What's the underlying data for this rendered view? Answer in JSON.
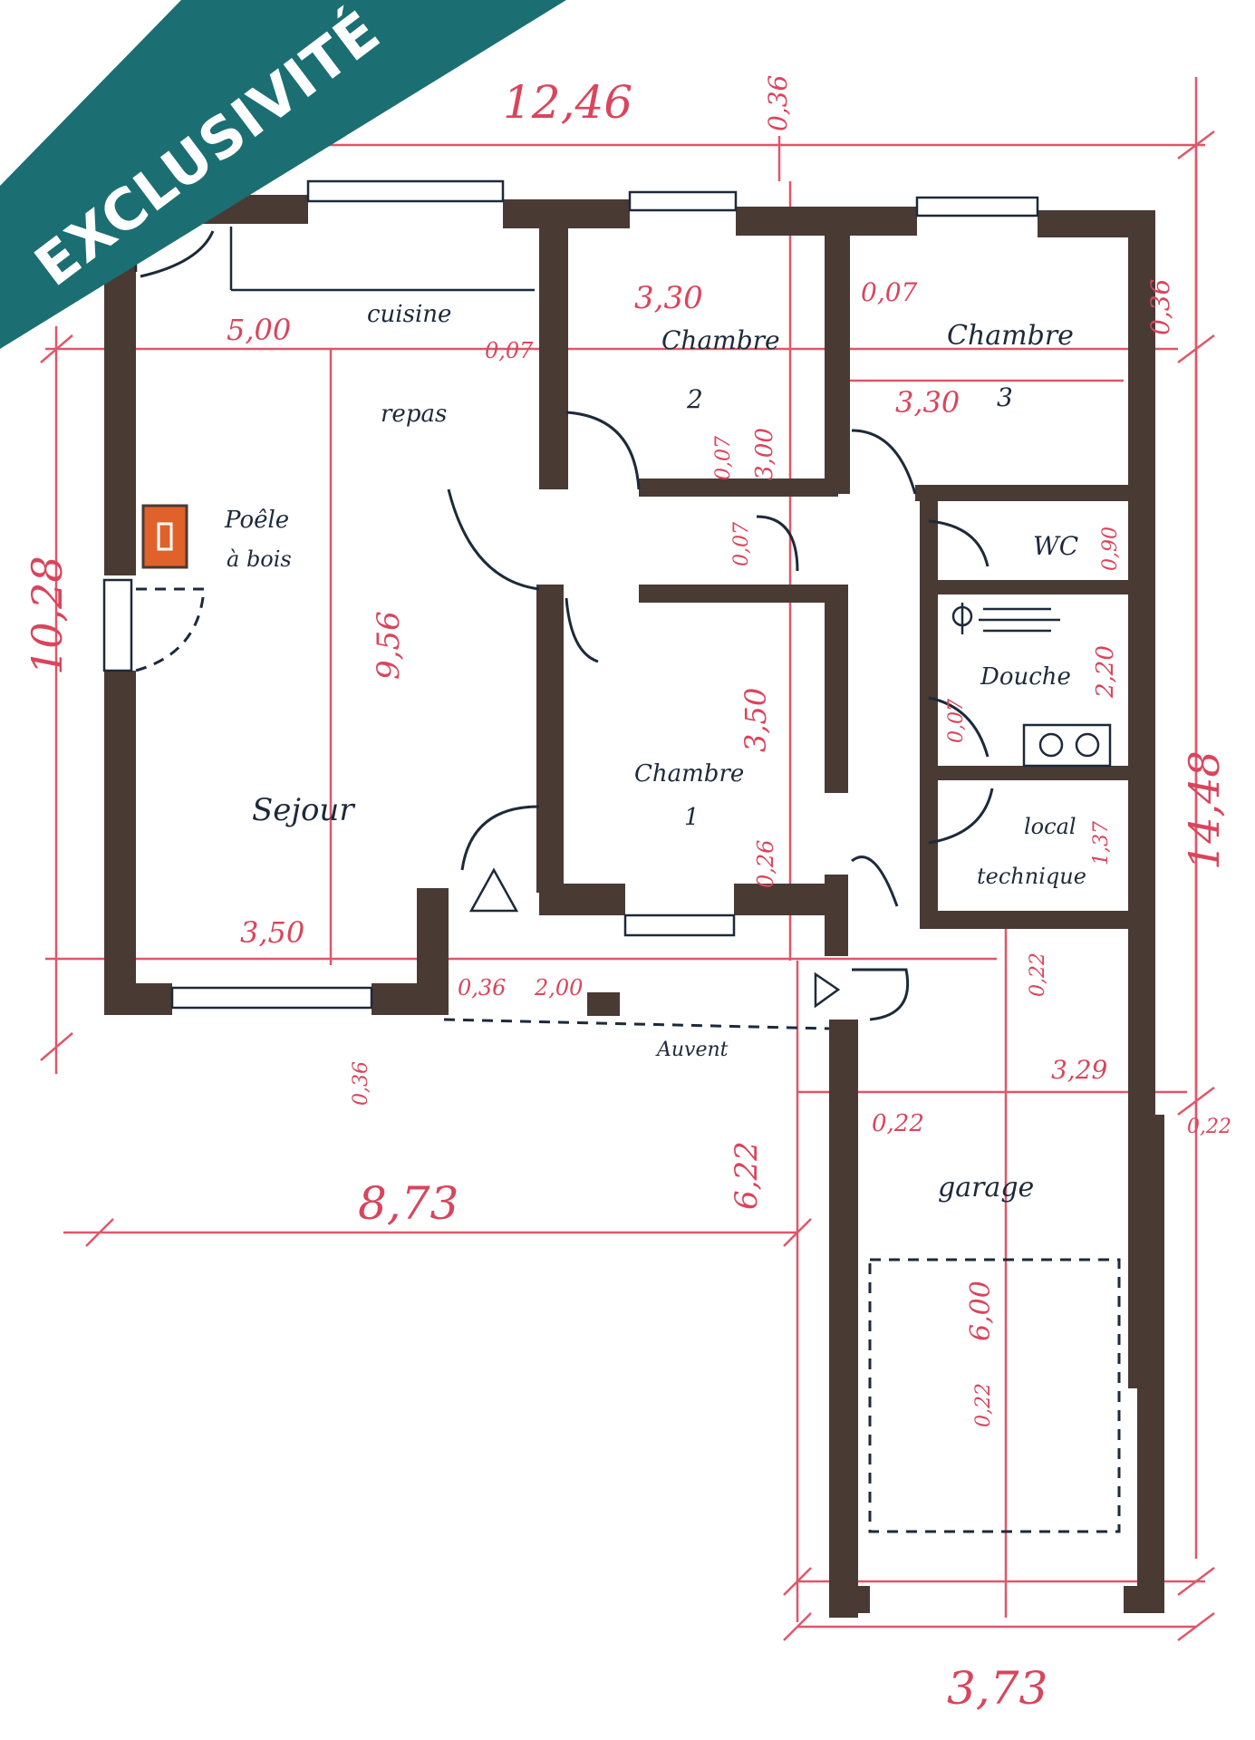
{
  "banner": {
    "label": "EXCLUSIVITÉ",
    "color": "#1b6f73"
  },
  "rooms": {
    "cuisine": "cuisine",
    "repas": "repas",
    "poele_line1": "Poêle",
    "poele_line2": "à bois",
    "sejour": "Sejour",
    "chambre2_label": "Chambre",
    "chambre2_num": "2",
    "chambre3_label": "Chambre",
    "chambre3_num": "3",
    "chambre1_label": "Chambre",
    "chambre1_num": "1",
    "wc": "WC",
    "douche": "Douche",
    "local_line1": "local",
    "local_line2": "technique",
    "garage": "garage",
    "auvent": "Auvent"
  },
  "dimensions": {
    "top_total": "12,46",
    "top_thickness": "0,36",
    "cuisine_width": "5,00",
    "wall_007_a": "0,07",
    "chambre2_width": "3,30",
    "wall_007_b": "0,07",
    "chambre3_width": "3,30",
    "right_thickness": "0,36",
    "chambre2_depth": "3,00",
    "wall_007_c": "0,07",
    "wall_007_d": "0,07",
    "wc_depth": "0,90",
    "left_total": "10,28",
    "sejour_depth": "9,56",
    "chambre1_depth": "3,50",
    "douche_depth": "2,20",
    "wall_007_e": "0,07",
    "local_depth": "1,37",
    "right_total": "14,48",
    "wall_026": "0,26",
    "sejour_width": "3,50",
    "entrance_thickness": "0,36",
    "entrance_width": "2,00",
    "wall_022_a": "0,22",
    "bottom_left_thickness": "0,36",
    "garage_width_inner": "3,29",
    "wall_022_b": "0,22",
    "wall_022_c": "0,22",
    "garage_offset": "6,22",
    "bottom_total": "8,73",
    "garage_depth": "6,00",
    "wall_022_d": "0,22",
    "garage_total": "3,73"
  },
  "colors": {
    "walls": "#4a3a34",
    "dimension_lines": "#e0566a",
    "stove": "#e0622a"
  }
}
